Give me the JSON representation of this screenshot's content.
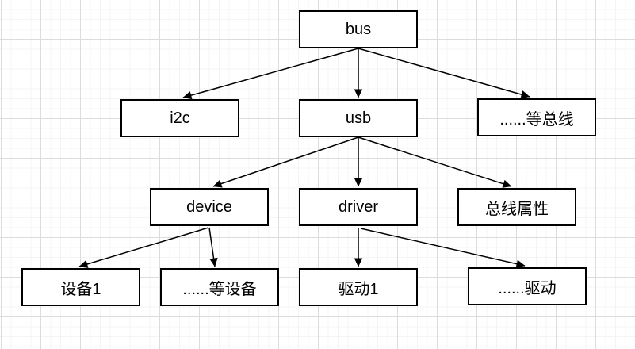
{
  "diagram": {
    "kind": "tree-flowchart",
    "background": "grid",
    "colors": {
      "node_fill": "#ffffff",
      "node_border": "#000000",
      "edge": "#000000",
      "grid_major": "#dcdcdc",
      "grid_minor": "#f4f4f4"
    },
    "nodes": {
      "bus": "bus",
      "i2c": "i2c",
      "usb": "usb",
      "other_buses": "......等总线",
      "device": "device",
      "driver": "driver",
      "bus_attributes": "总线属性",
      "device1": "设备1",
      "other_devices": "......等设备",
      "driver1": "驱动1",
      "other_drivers": "......驱动"
    },
    "edges": [
      {
        "from": "bus",
        "to": "i2c"
      },
      {
        "from": "bus",
        "to": "usb"
      },
      {
        "from": "bus",
        "to": "other_buses"
      },
      {
        "from": "usb",
        "to": "device"
      },
      {
        "from": "usb",
        "to": "driver"
      },
      {
        "from": "usb",
        "to": "bus_attributes"
      },
      {
        "from": "device",
        "to": "device1"
      },
      {
        "from": "device",
        "to": "other_devices"
      },
      {
        "from": "driver",
        "to": "driver1"
      },
      {
        "from": "driver",
        "to": "other_drivers"
      }
    ]
  }
}
